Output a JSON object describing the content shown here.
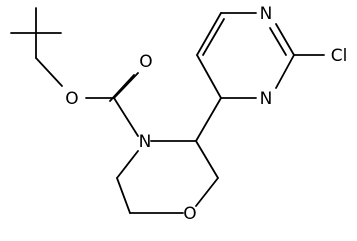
{
  "structure": {
    "atoms": {
      "o_carbonyl": "O",
      "o_ester": "O",
      "n_morpholine": "N",
      "o_morpholine": "O",
      "n_pyr_1": "N",
      "n_pyr_3": "N",
      "cl": "Cl"
    },
    "colors": {
      "bond": "#000000",
      "label": "#000000",
      "background": "#ffffff"
    }
  }
}
